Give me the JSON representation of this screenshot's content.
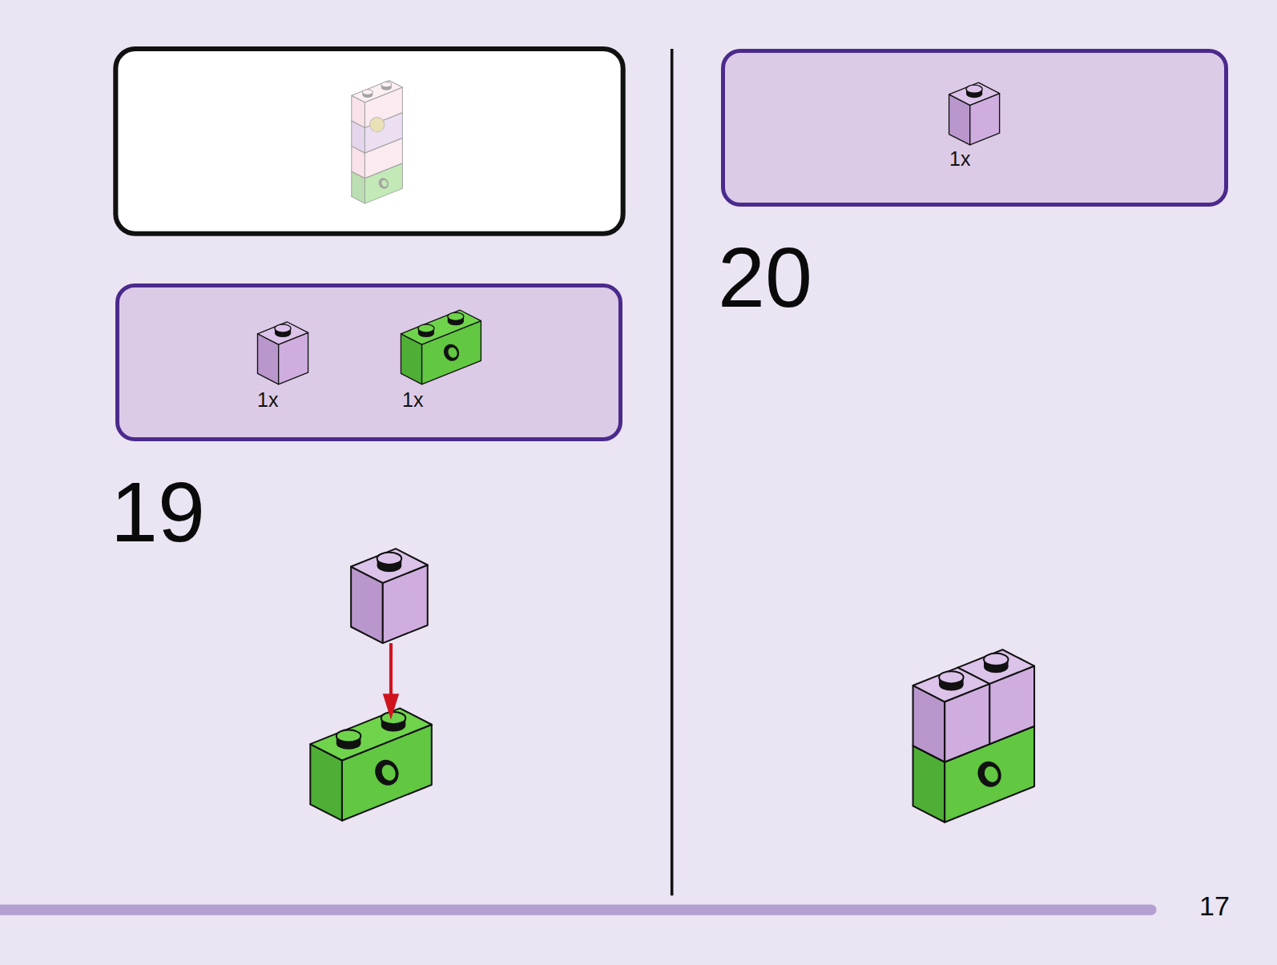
{
  "diagram": {
    "nodes": [
      {
        "text": [
          "1x",
          "1x"
        ]
      },
      {
        "text": [
          "1x"
        ]
      }
    ],
    "labels": [
      "19",
      "20",
      "17"
    ]
  }
}
